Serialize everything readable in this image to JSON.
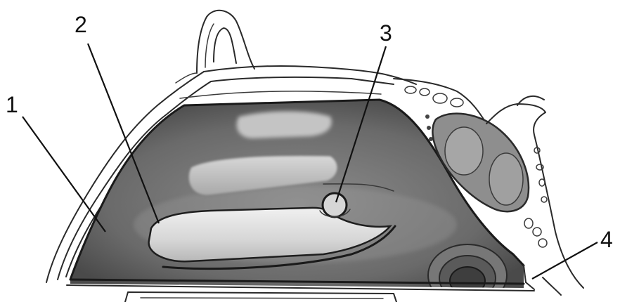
{
  "labels": [
    "1",
    "2",
    "3",
    "4"
  ],
  "colors": {
    "background": "#ffffff",
    "line": "#1a1a1a",
    "cavity_dark": "#4a4a4a",
    "cavity_light": "#8c8c8c",
    "turbinate_light": "#e4e4e4"
  }
}
